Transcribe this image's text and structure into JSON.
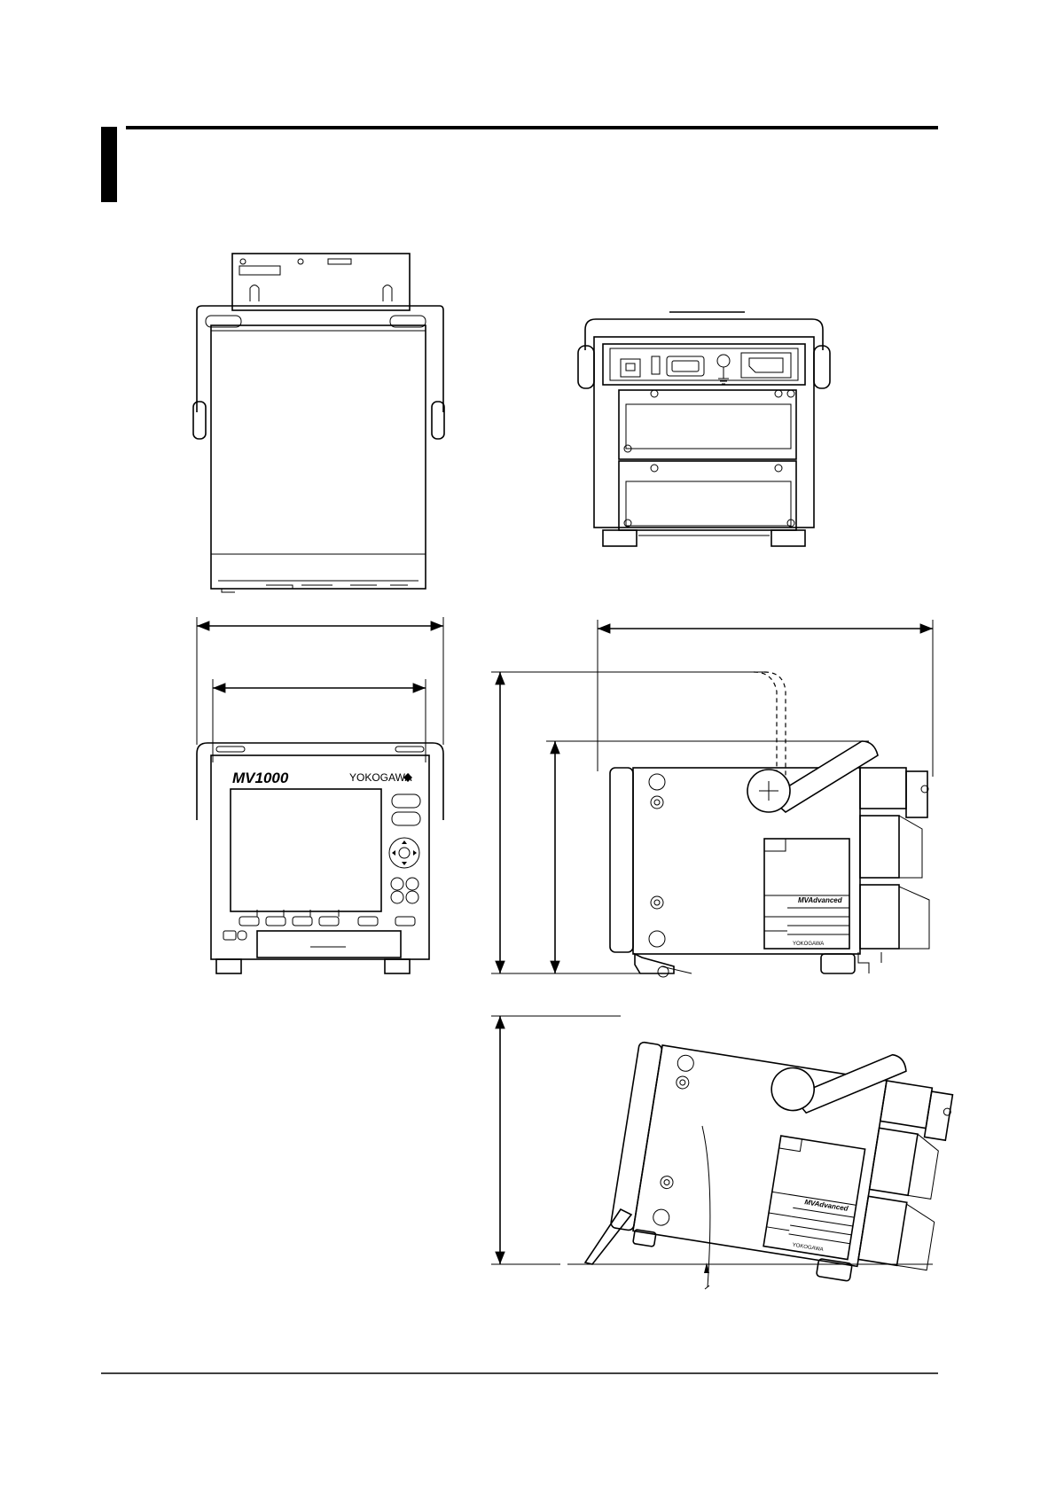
{
  "front_view": {
    "model_logo": "MV1000",
    "brand": "YOKOGAWA"
  },
  "side_view": {
    "panel_logo": "MVAdvanced",
    "panel_brand": "YOKOGAWA"
  },
  "tilted_view": {
    "panel_logo": "MVAdvanced",
    "panel_brand": "YOKOGAWA"
  }
}
